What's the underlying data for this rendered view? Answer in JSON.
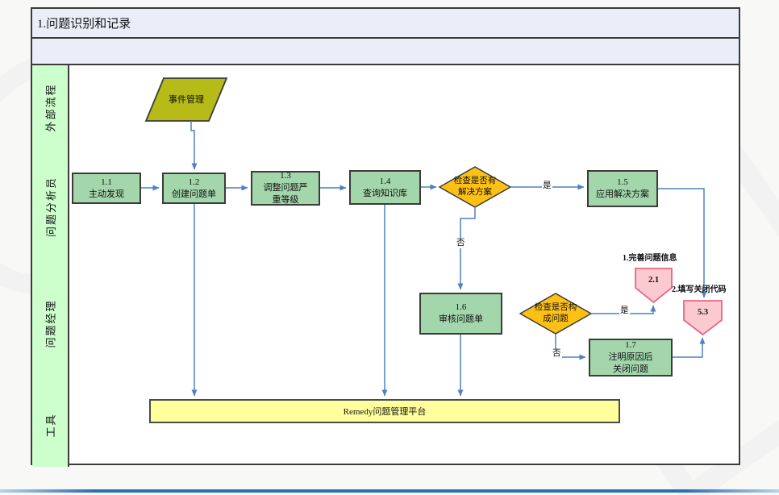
{
  "title": "1.问题识别和记录",
  "lanes": [
    {
      "label": "外部流程"
    },
    {
      "label": "问题分析员"
    },
    {
      "label": "问题经理"
    },
    {
      "label": "工具"
    }
  ],
  "nodes": {
    "event": {
      "label": "事件管理"
    },
    "n11": {
      "label": "1.1\n主动发现"
    },
    "n12": {
      "label": "1.2\n创建问题单"
    },
    "n13": {
      "label": "1.3\n调整问题严\n重等级"
    },
    "n14": {
      "label": "1.4\n查询知识库"
    },
    "d1": {
      "label": "检查是否有\n解决方案"
    },
    "n15": {
      "label": "1.5\n应用解决方案"
    },
    "n16": {
      "label": "1.6\n审核问题单"
    },
    "d2": {
      "label": "检查是否构\n成问题"
    },
    "n17": {
      "label": "1.7\n注明原因后\n关闭问题"
    },
    "p21": {
      "label": "2.1"
    },
    "p53": {
      "label": "5.3"
    },
    "remedy": {
      "label": "Remedy问题管理平台"
    }
  },
  "edge_labels": {
    "yes1": "是",
    "no1": "否",
    "yes2": "是",
    "no2": "否"
  },
  "annotations": {
    "a1": "1.完善问题信息",
    "a2": "2.填写关闭代码"
  },
  "colors": {
    "process_fill": "#a3d6ab",
    "decision_fill": "#fdc116",
    "external_fill": "#b6bb18",
    "offpage_fill": "#fbc9d0",
    "offpage_border": "#e9677f",
    "tool_fill": "#ffff9b",
    "lane_label_fill": "#ccffcc",
    "header_fill": "#e9eef8",
    "arrow": "#4f81bd",
    "border": "#3b3b3b"
  }
}
